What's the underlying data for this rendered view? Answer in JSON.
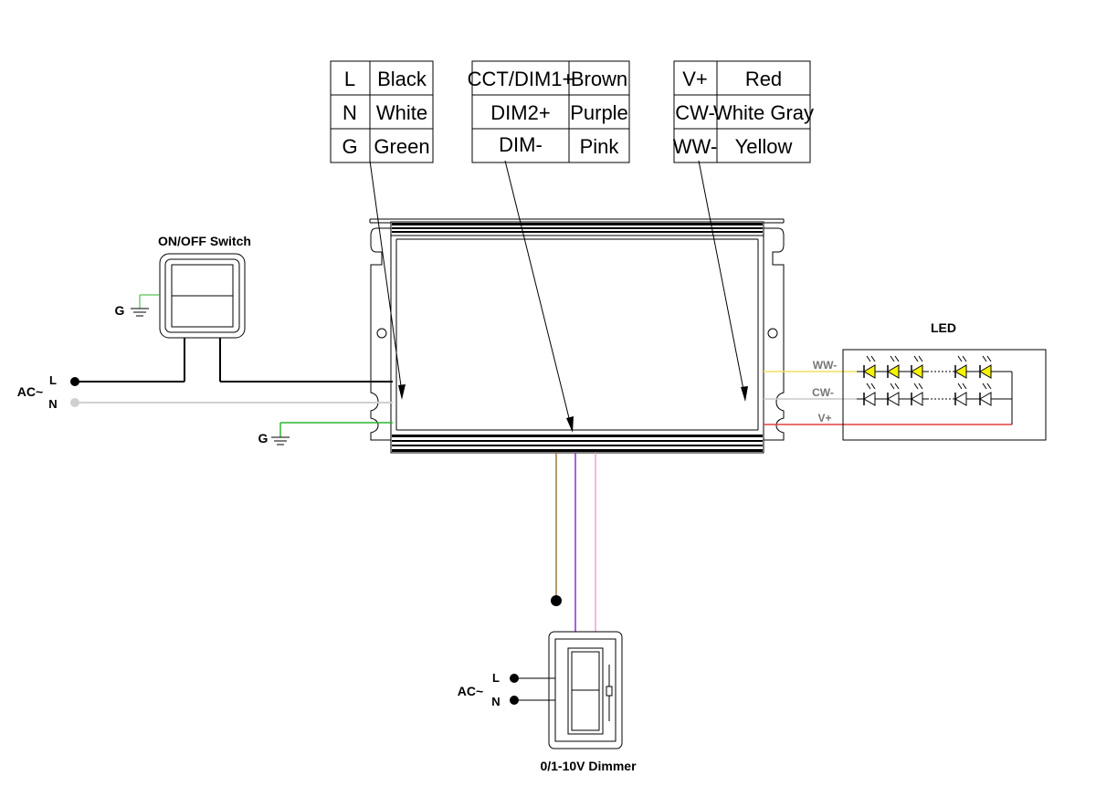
{
  "tables": {
    "ac": {
      "rows": [
        {
          "code": "L",
          "color": "Black"
        },
        {
          "code": "N",
          "color": "White"
        },
        {
          "code": "G",
          "color": "Green"
        }
      ]
    },
    "dim": {
      "rows": [
        {
          "code": "CCT/DIM1+",
          "color": "Brown"
        },
        {
          "code": "DIM2+",
          "color": "Purple"
        },
        {
          "code": "DIM-",
          "color": "Pink"
        }
      ]
    },
    "out": {
      "rows": [
        {
          "code": "V+",
          "color": "Red"
        },
        {
          "code": "CW-",
          "color": "White Gray"
        },
        {
          "code": "WW-",
          "color": "Yellow"
        }
      ]
    }
  },
  "switch": {
    "title": "ON/OFF Switch",
    "ground": "G"
  },
  "ac_input": {
    "label": "AC~",
    "l": "L",
    "n": "N",
    "ground": "G"
  },
  "led": {
    "title": "LED",
    "ww": "WW-",
    "cw": "CW-",
    "vplus": "V+"
  },
  "dimmer": {
    "title": "0/1-10V Dimmer",
    "ac_label": "AC~",
    "l": "L",
    "n": "N"
  },
  "wire_colors": {
    "black": "#000000",
    "white": "#d0d0d0",
    "green": "#2db52d",
    "brown": "#9a7a3a",
    "purple": "#8a2be2",
    "pink": "#f0a0d0",
    "red": "#e04040",
    "gray": "#c8c8c8",
    "yellow": "#f0e060",
    "led_yellow": "#f5f500"
  }
}
